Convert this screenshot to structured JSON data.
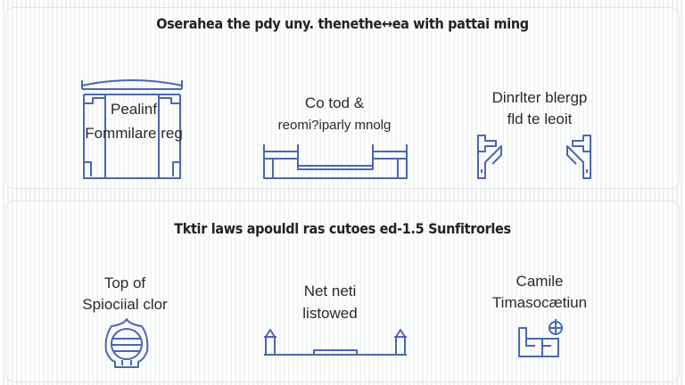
{
  "top_section": {
    "title": "Oserahea the pdy uny. thenethe↔ea with pattai ming",
    "items": [
      {
        "line1": "Pealinf",
        "line2": "Fommilare reg"
      },
      {
        "line1": "Co tod &",
        "line2": "reomi?iparly mnolg"
      },
      {
        "line1": "Dinrlter blergp",
        "line2": "fld te leoit"
      }
    ]
  },
  "bottom_section": {
    "title": "Tktir laws apouldl ras cutoes ed-1.5 Sunfitrorles",
    "items": [
      {
        "line1": "Top of",
        "line2": "Spiociial clor"
      },
      {
        "line1": "Net neti",
        "line2": "listowed"
      },
      {
        "line1": "Camile",
        "line2": "Timasocætiun"
      }
    ]
  }
}
